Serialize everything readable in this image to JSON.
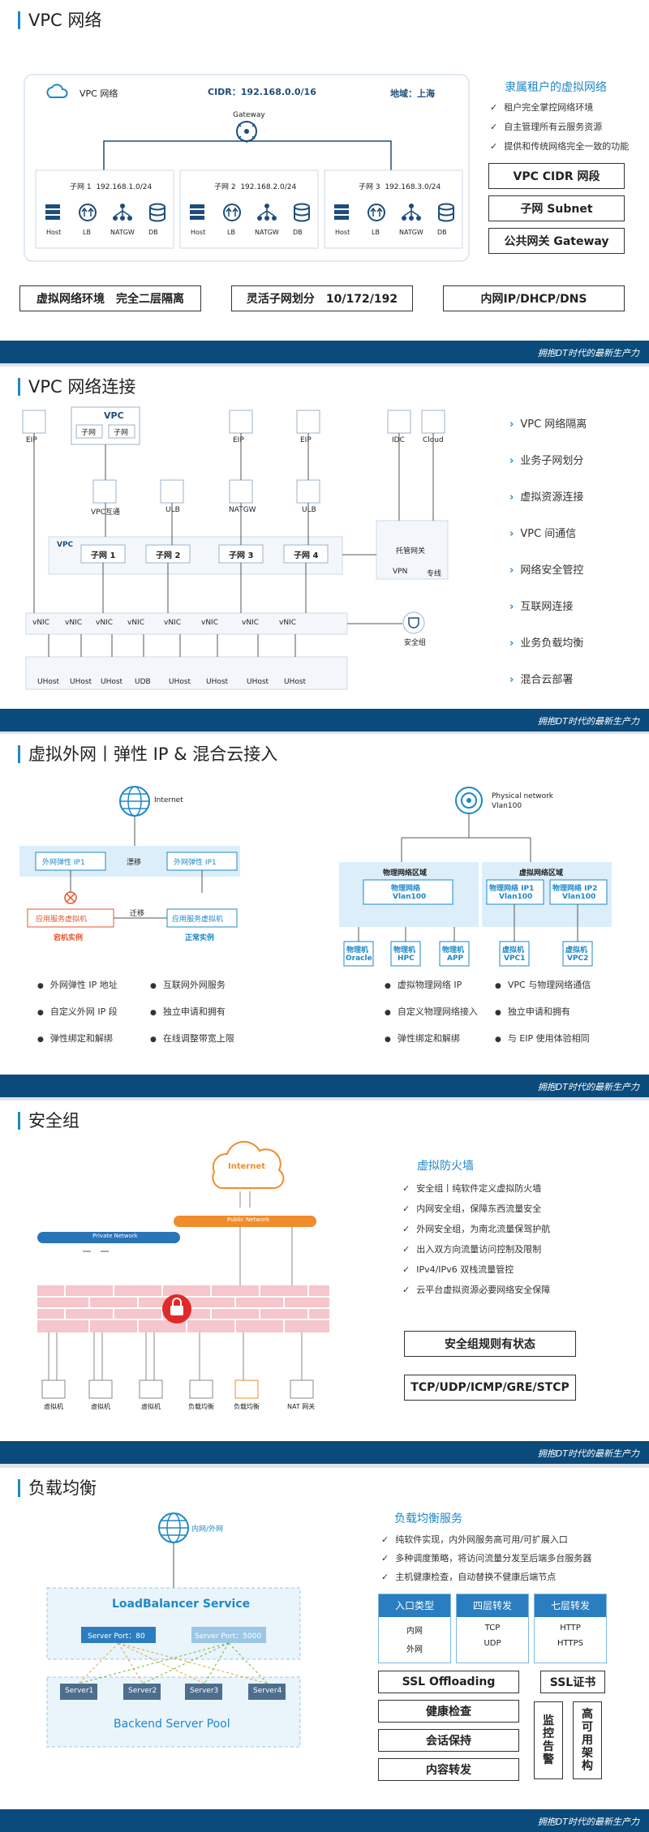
{
  "footer_text": "拥抱DT时代的最新生产力",
  "slide1": {
    "title": "VPC 网络",
    "vpc_label": "VPC 网络",
    "cidr": "CIDR：192.168.0.0/16",
    "region": "地域：上海",
    "gateway": "Gateway",
    "subnets": [
      {
        "name": "子网 1",
        "cidr": "192.168.1.0/24"
      },
      {
        "name": "子网 2",
        "cidr": "192.168.2.0/24"
      },
      {
        "name": "子网 3",
        "cidr": "192.168.3.0/24"
      }
    ],
    "icon_labels": [
      "Host",
      "LB",
      "NATGW",
      "DB"
    ],
    "side_title": "隶属租户的虚拟网络",
    "side_checks": [
      "租户完全掌控网络环境",
      "自主管理所有云服务资源",
      "提供和传统网络完全一致的功能"
    ],
    "side_boxes": [
      "VPC CIDR 网段",
      "子网 Subnet",
      "公共网关 Gateway"
    ],
    "bottom_boxes": [
      "虚拟网络环境　完全二层隔离",
      "灵活子网划分　10/172/192",
      "内网IP/DHCP/DNS"
    ]
  },
  "slide2": {
    "title": "VPC 网络连接",
    "vpc_box": "VPC",
    "vpc_subnet": "子网",
    "vpc_vertical": "VPC",
    "top_icons": {
      "eip": "EIP",
      "idc": "IDC",
      "cloud": "Cloud"
    },
    "mid_icons": {
      "vpc_peer": "VPC互通",
      "ulb": "ULB",
      "natgw": "NATGW"
    },
    "subnets": [
      "子网 1",
      "子网 2",
      "子网 3",
      "子网 4"
    ],
    "managed_gw": "托管网关",
    "vpn": "VPN",
    "leased": "专线",
    "vnic": "vNIC",
    "security_group": "安全组",
    "hosts": [
      "UHost",
      "UHost",
      "UHost",
      "UDB",
      "UHost",
      "UHost",
      "UHost",
      "UHost"
    ],
    "list": [
      "VPC 网络隔离",
      "业务子网划分",
      "虚拟资源连接",
      "VPC 间通信",
      "网络安全管控",
      "互联网连接",
      "业务负载均衡",
      "混合云部署"
    ]
  },
  "slide3": {
    "title": "虚拟外网丨弹性 IP & 混合云接入",
    "internet": "Internet",
    "eip1": "外网弹性 IP1",
    "drift": "漂移",
    "eip2": "外网弹性 IP1",
    "app_vm_left": "应用服务虚拟机",
    "migrate": "迁移",
    "app_vm_right": "应用服务虚拟机",
    "down_instance": "宕机实例",
    "normal_instance": "正常实例",
    "left_bullets_a": [
      "外网弹性 IP 地址",
      "自定义外网 IP 段",
      "弹性绑定和解绑"
    ],
    "left_bullets_b": [
      "互联网外网服务",
      "独立申请和拥有",
      "在线调整带宽上限"
    ],
    "physical_network": "Physical network",
    "vlan100": "Vlan100",
    "phys_zone": "物理网络区域",
    "virt_zone": "虚拟网络区域",
    "phys_net": "物理网络",
    "phys_vlan": "Vlan100",
    "virt_ip1": "物理网络 IP1",
    "virt_ip1_vlan": "Vlan100",
    "virt_ip2": "物理网络 IP2",
    "virt_ip2_vlan": "Vlan100",
    "machines": [
      {
        "top": "物理机",
        "bottom": "Oracle"
      },
      {
        "top": "物理机",
        "bottom": "HPC"
      },
      {
        "top": "物理机",
        "bottom": "APP"
      },
      {
        "top": "虚拟机",
        "bottom": "VPC1"
      },
      {
        "top": "虚拟机",
        "bottom": "VPC2"
      }
    ],
    "right_bullets_a": [
      "虚拟物理网络 IP",
      "自定义物理网络接入",
      "弹性绑定和解绑"
    ],
    "right_bullets_b": [
      "VPC 与物理网络通信",
      "独立申请和拥有",
      "与 EIP 使用体验相同"
    ]
  },
  "slide4": {
    "title": "安全组",
    "internet": "Internet",
    "public_network": "Public  Network",
    "private_network": "Private  Network",
    "devices": [
      "虚拟机",
      "虚拟机",
      "虚拟机",
      "负载均衡",
      "负载均衡",
      "NAT 网关"
    ],
    "side_title": "虚拟防火墙",
    "checks": [
      "安全组丨纯软件定义虚拟防火墙",
      "内网安全组，保障东西流量安全",
      "外网安全组，为南北流量保驾护航",
      "出入双方向流量访问控制及限制",
      "IPv4/IPv6 双栈流量管控",
      "云平台虚拟资源必要网络安全保障"
    ],
    "boxes": [
      "安全组规则有状态",
      "TCP/UDP/ICMP/GRE/STCP"
    ]
  },
  "slide5": {
    "title": "负载均衡",
    "intranet": "内网/外网",
    "lb_service": "LoadBalancer Service",
    "port80": "Server Port：80",
    "port5000": "Server Port：5000",
    "servers": [
      "Server1",
      "Server2",
      "Server3",
      "Server4"
    ],
    "pool": "Backend Server Pool",
    "side_title": "负载均衡服务",
    "checks": [
      "纯软件实现，内外网服务高可用/可扩展入口",
      "多种调度策略，将访问流量分发至后端多台服务器",
      "主机健康检查，自动替换不健康后端节点"
    ],
    "cards": [
      {
        "head": "入口类型",
        "lines": [
          "内网",
          "外网"
        ]
      },
      {
        "head": "四层转发",
        "lines": [
          "TCP",
          "UDP"
        ]
      },
      {
        "head": "七层转发",
        "lines": [
          "HTTP",
          "HTTPS"
        ]
      }
    ],
    "features": [
      "SSL Offloading",
      "健康检查",
      "会话保持",
      "内容转发"
    ],
    "ssl_cert": "SSL证书",
    "monitor": "监控告警",
    "ha": "高可用架构"
  }
}
